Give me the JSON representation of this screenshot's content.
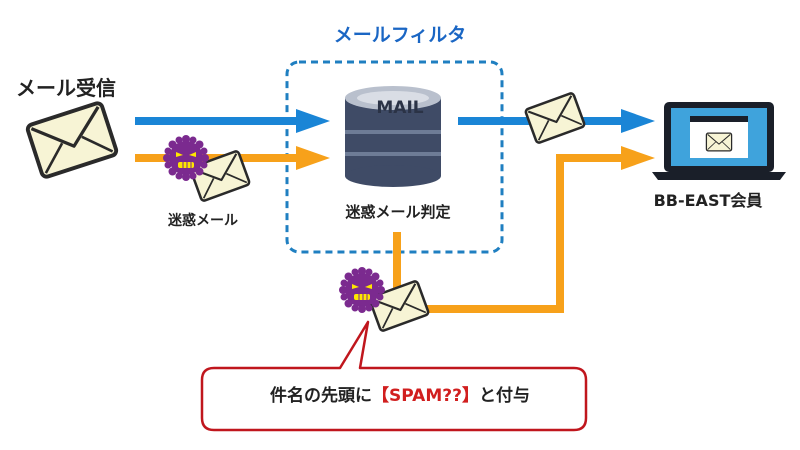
{
  "filter": {
    "title": "メールフィルタ",
    "db_label": "MAIL",
    "judge_label": "迷惑メール判定"
  },
  "labels": {
    "incoming_mail": "メール受信",
    "spam_mail": "迷惑メール",
    "member": "BB-EAST会員"
  },
  "callout": {
    "prefix": "件名の先頭に",
    "tag": "【SPAM??】",
    "suffix": "と付与"
  },
  "colors": {
    "blue_flow": "#1a85d6",
    "orange_flow": "#f7a11a",
    "filter_border": "#1f7fc1",
    "callout_border": "#c0161d",
    "tag_text": "#d11f1f"
  }
}
